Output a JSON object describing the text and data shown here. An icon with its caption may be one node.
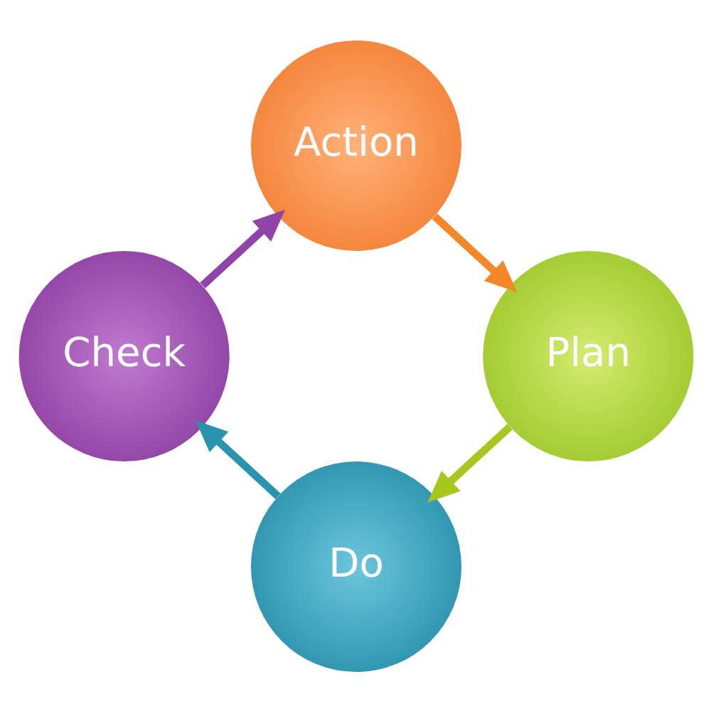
{
  "diagram": {
    "nodes": [
      {
        "text": [
          "Action"
        ]
      },
      {
        "text": [
          "Plan"
        ]
      },
      {
        "text": [
          "Do"
        ]
      },
      {
        "text": [
          "Check"
        ]
      }
    ],
    "edges": [
      {
        "from": 0,
        "to": 1,
        "arrow": "to",
        "color": "#f5862a"
      },
      {
        "from": 1,
        "to": 2,
        "arrow": "to",
        "color": "#a6c81e"
      },
      {
        "from": 2,
        "to": 3,
        "arrow": "to",
        "color": "#2a93b0"
      },
      {
        "from": 3,
        "to": 0,
        "arrow": "to",
        "color": "#8e44a8"
      }
    ]
  }
}
